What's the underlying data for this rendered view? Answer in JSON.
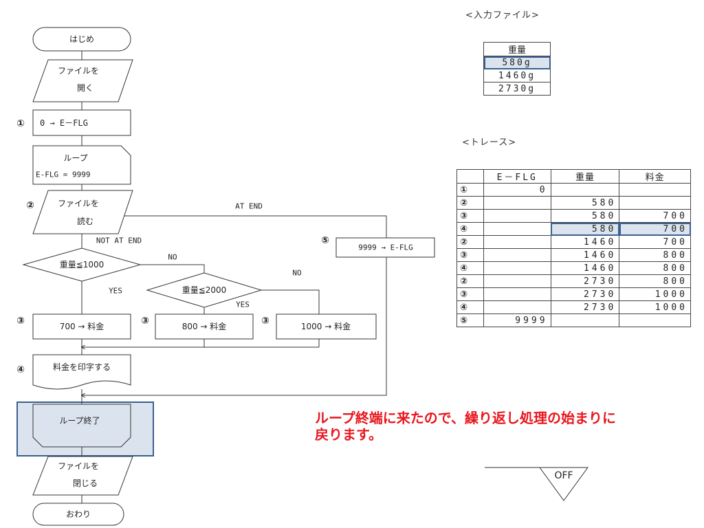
{
  "flow": {
    "start": "はじめ",
    "open_line1": "ファイルを",
    "open_line2": "開く",
    "init": "0 → E－FLG",
    "loop_line1": "ループ",
    "loop_line2": "E-FLG  =  9999",
    "read_line1": "ファイルを",
    "read_line2": "読む",
    "at_end": "AT  END",
    "not_at_end": "NOT  AT  END",
    "set_end": "9999  →  E-FLG",
    "cond1": "重量≦1000",
    "cond2": "重量≦2000",
    "no1": "NO",
    "no2": "NO",
    "yes1": "YES",
    "yes2": "YES",
    "fee700": "700  →  料金",
    "fee800": "800  →  料金",
    "fee1000": "1000  →  料金",
    "print": "料金を印字する",
    "loop_end": "ループ終了",
    "close_line1": "ファイルを",
    "close_line2": "閉じる",
    "end": "おわり"
  },
  "steps": {
    "s1": "①",
    "s2": "②",
    "s3": "③",
    "s4": "④",
    "s5": "⑤"
  },
  "input_file": {
    "title": "<入力ファイル>",
    "header": "重量",
    "rows": [
      "580g",
      "1460g",
      "2730g"
    ]
  },
  "trace": {
    "title": "<トレース>",
    "headers": [
      "",
      "E－FLG",
      "重量",
      "料金"
    ],
    "rows": [
      [
        "①",
        "0",
        "",
        ""
      ],
      [
        "②",
        "",
        "580",
        ""
      ],
      [
        "③",
        "",
        "580",
        "700"
      ],
      [
        "④",
        "",
        "580",
        "700"
      ],
      [
        "②",
        "",
        "1460",
        "700"
      ],
      [
        "③",
        "",
        "1460",
        "800"
      ],
      [
        "④",
        "",
        "1460",
        "800"
      ],
      [
        "②",
        "",
        "2730",
        "800"
      ],
      [
        "③",
        "",
        "2730",
        "1000"
      ],
      [
        "④",
        "",
        "2730",
        "1000"
      ],
      [
        "⑤",
        "9999",
        "",
        ""
      ]
    ]
  },
  "note": {
    "line1": "ループ終端に来たので、繰り返し処理の始まりに",
    "line2": "戻ります。"
  },
  "toggle": {
    "label": "OFF"
  },
  "colors": {
    "highlight_fill": "#dbe4ee",
    "highlight_border": "#3a5f8f",
    "note_red": "#e8161d"
  }
}
